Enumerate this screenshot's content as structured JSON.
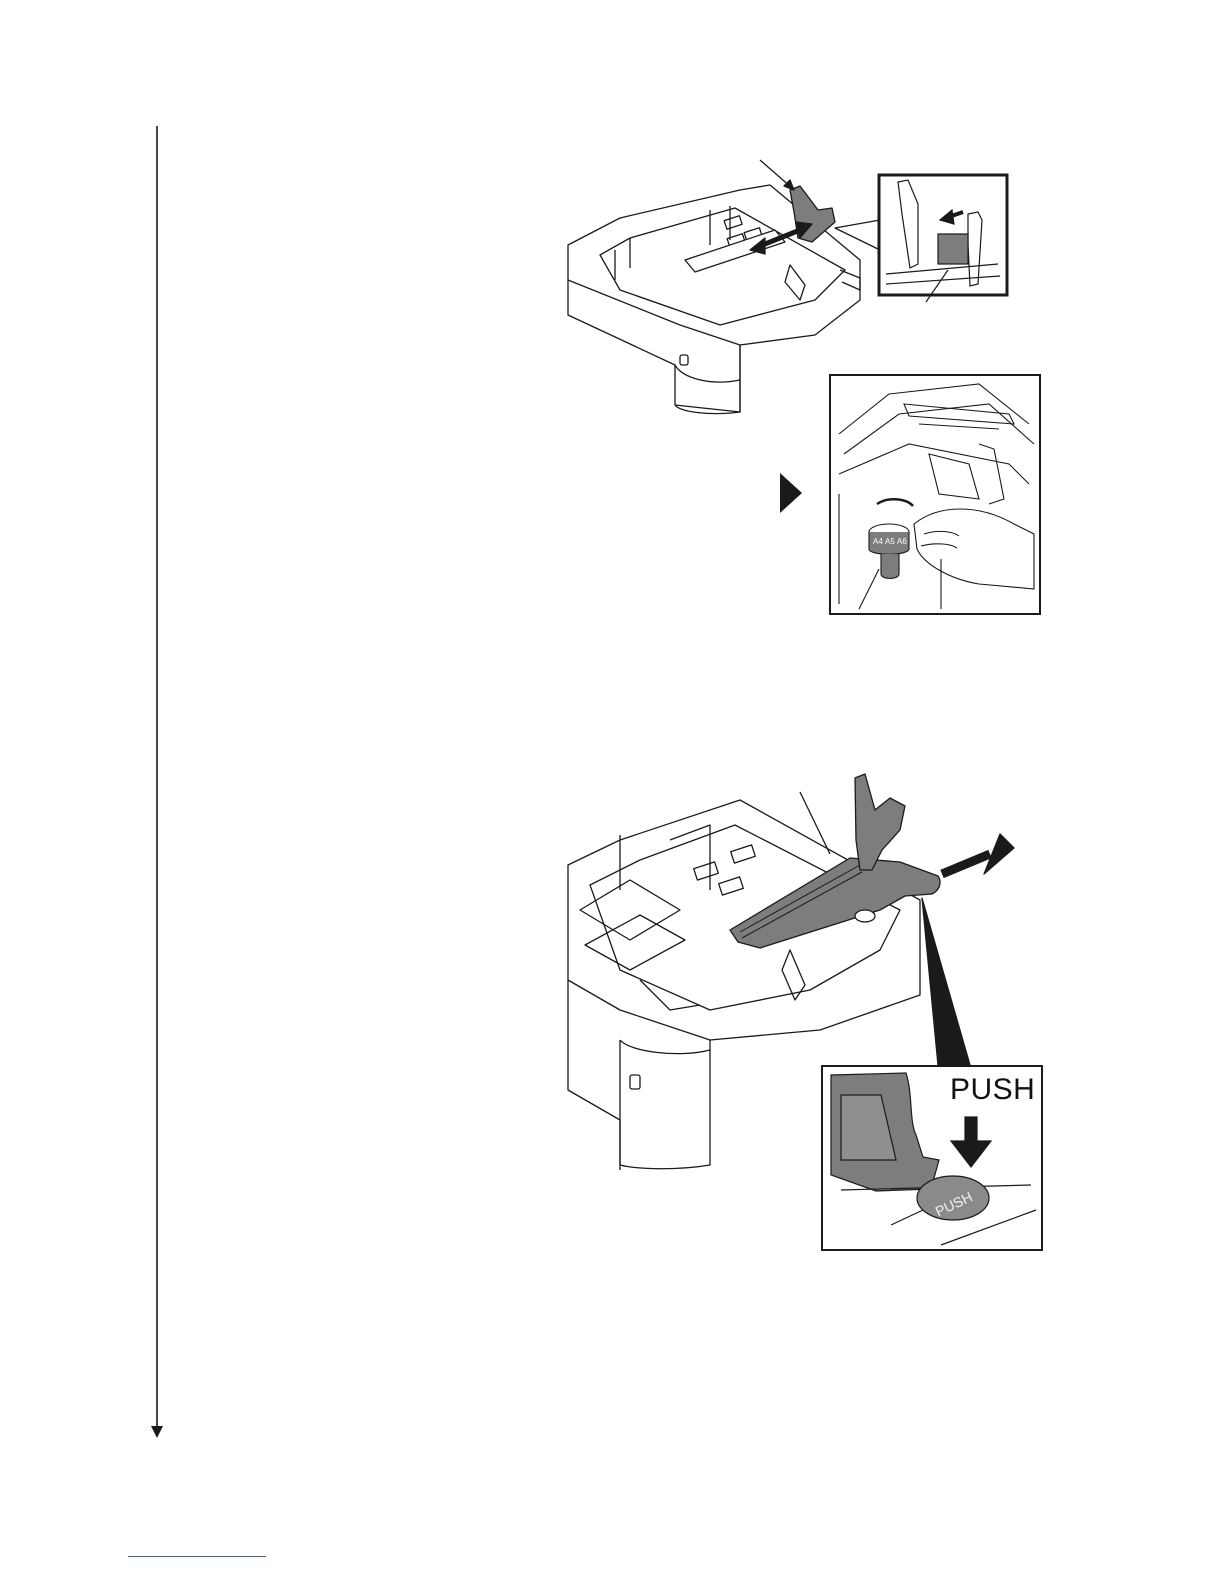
{
  "illustrations": {
    "step1": {
      "description_icon": "paper-width-guide-illustration"
    },
    "step2": {
      "description_icon": "paper-size-dial-illustration",
      "dial_sizes": [
        "A4",
        "A5",
        "A6"
      ]
    },
    "step3": {
      "description_icon": "paper-length-guide-illustration",
      "push_label": "PUSH",
      "button_label": "PUSH"
    }
  },
  "colors": {
    "line": "#1a1a1a",
    "part_fill": "#7d7d7d",
    "footer_rule": "#3b5bb5"
  }
}
